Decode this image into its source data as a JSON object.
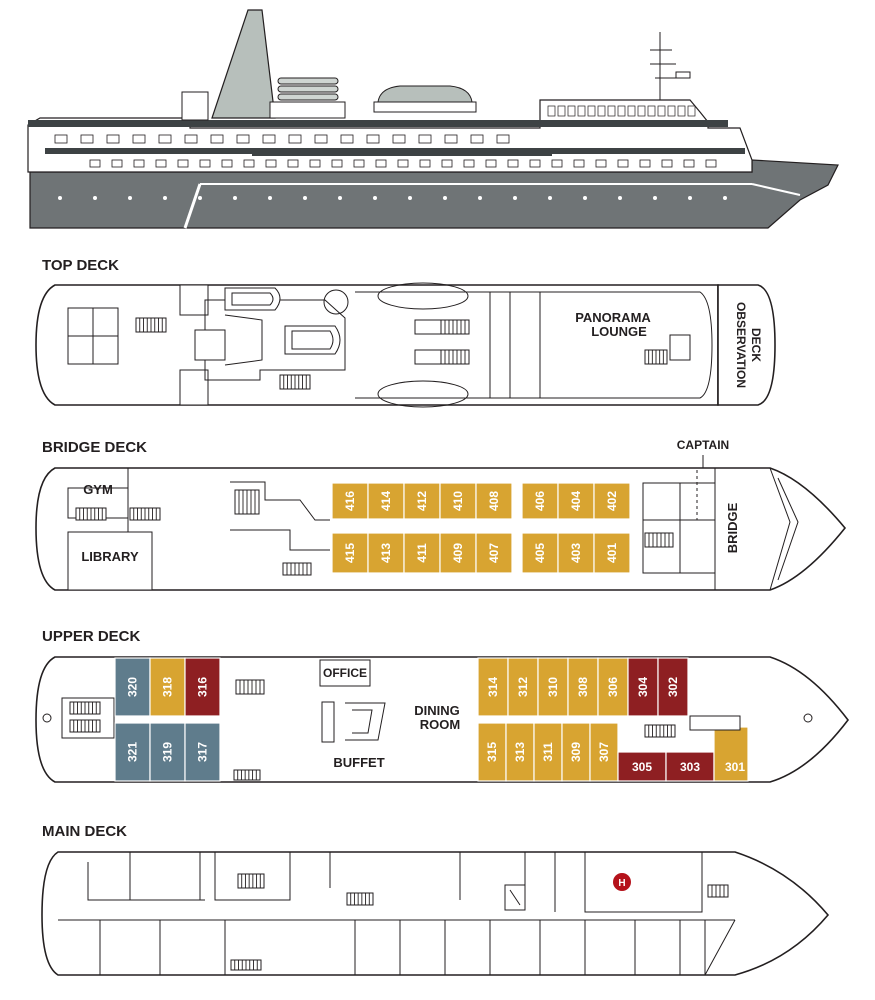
{
  "decks": {
    "top": {
      "title": "TOP DECK",
      "panorama_line1": "PANORAMA",
      "panorama_line2": "LOUNGE",
      "observation_line1": "OBSERVATION",
      "observation_line2": "DECK"
    },
    "bridge": {
      "title": "BRIDGE DECK",
      "gym": "GYM",
      "library": "LIBRARY",
      "captain": "CAPTAIN",
      "bridge": "BRIDGE",
      "cabins_top": [
        "416",
        "414",
        "412",
        "410",
        "408",
        "406",
        "404",
        "402"
      ],
      "cabins_bottom": [
        "415",
        "413",
        "411",
        "409",
        "407",
        "405",
        "403",
        "401"
      ]
    },
    "upper": {
      "title": "UPPER DECK",
      "office": "OFFICE",
      "dining_line1": "DINING",
      "dining_line2": "ROOM",
      "buffet": "BUFFET",
      "cabins_top_aft": [
        "320",
        "318",
        "316"
      ],
      "cabins_bottom_aft": [
        "321",
        "319",
        "317"
      ],
      "cabins_top_fwd": [
        "314",
        "312",
        "310",
        "308",
        "306",
        "304",
        "302"
      ],
      "cabins_bottom_fwd": [
        "315",
        "313",
        "311",
        "309",
        "307"
      ],
      "cabins_bottom_red": [
        "305",
        "303"
      ],
      "cabin_301": "301"
    },
    "main": {
      "title": "MAIN DECK",
      "hospital_icon_text": "H"
    }
  },
  "colors": {
    "gold": "#d8a431",
    "red": "#8e1f22",
    "slate": "#5f7c8c",
    "hull_gray": "#6f7476",
    "funnel": "#b7bfbb",
    "outline": "#231f20"
  },
  "icons": {
    "stairs": "stairs-icon",
    "hospital": "hospital-icon",
    "zodiac": "zodiac-boat-icon",
    "lifeboat": "lifeboat-icon"
  }
}
